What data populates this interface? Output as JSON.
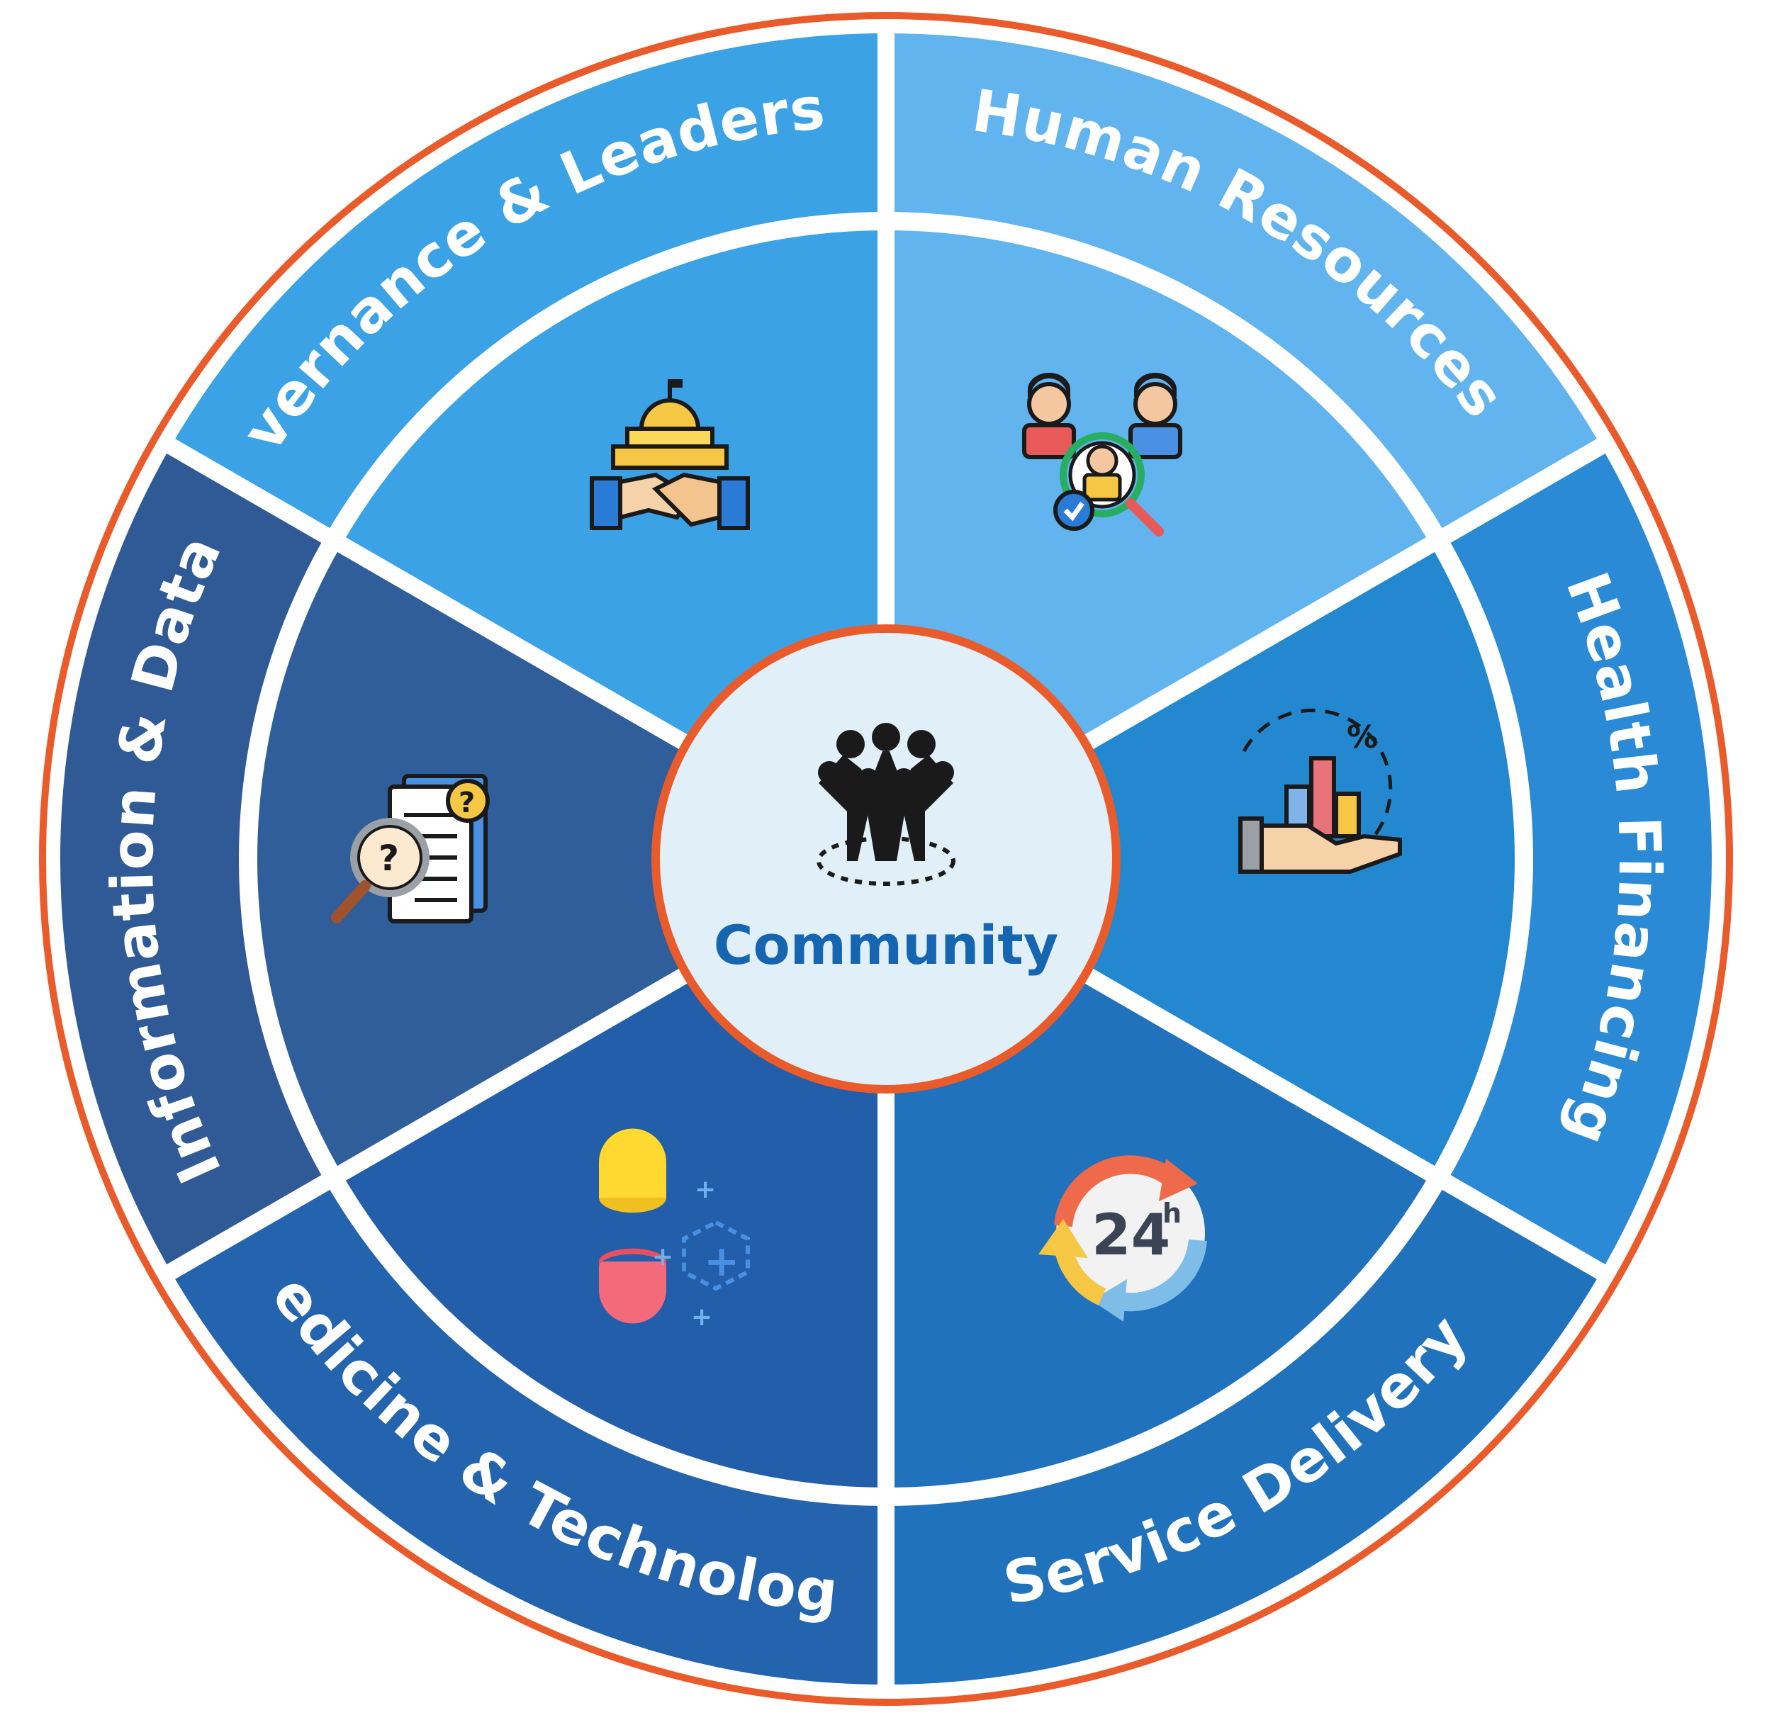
{
  "center": {
    "label": "Community",
    "icon": "community-people-icon",
    "fill_color": "#e0eff8",
    "ring_color": "#ea5b2b"
  },
  "outer_ring_color": "#ea5b2b",
  "separator_color": "#ffffff",
  "segments": [
    {
      "id": "governance",
      "label": "Governance & Leadership",
      "icon": "government-handshake-icon",
      "outer_color": "#3aa2e5",
      "inner_color": "#3aa2e5"
    },
    {
      "id": "human-resources",
      "label": "Human Resources",
      "icon": "people-search-icon",
      "outer_color": "#62b4ee",
      "inner_color": "#62b4ee"
    },
    {
      "id": "health-financing",
      "label": "Health Financing",
      "icon": "hand-bar-chart-icon",
      "outer_color": "#2a8ad6",
      "inner_color": "#2388d0"
    },
    {
      "id": "service-delivery",
      "label": "Service Delivery",
      "icon": "clock-24h-icon",
      "outer_color": "#1f72bb",
      "inner_color": "#1f72bb"
    },
    {
      "id": "medicine-technology",
      "label": "Medicine & Technology",
      "icon": "capsule-molecule-icon",
      "outer_color": "#2463ad",
      "inner_color": "#225ea9"
    },
    {
      "id": "information-data",
      "label": "Information & Data",
      "icon": "document-search-icon",
      "outer_color": "#2f5a95",
      "inner_color": "#2f5e9a"
    }
  ]
}
